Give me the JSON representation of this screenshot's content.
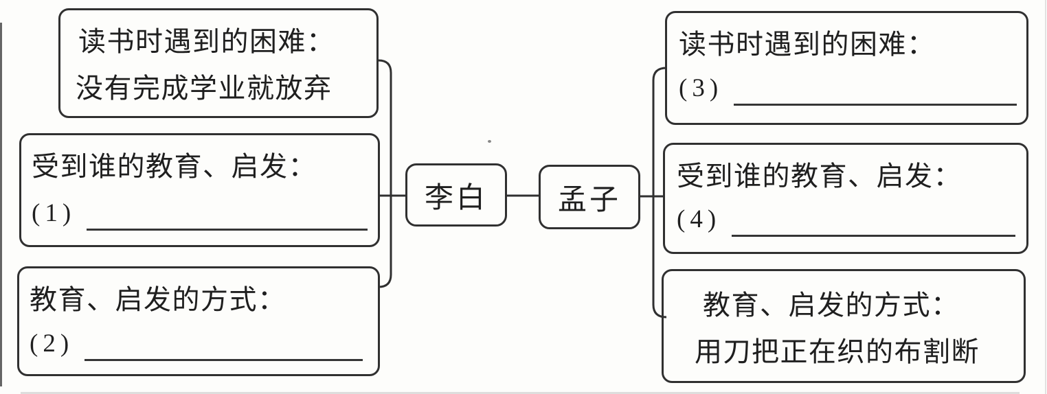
{
  "colors": {
    "ink": "#303030",
    "text": "#1f1f1f",
    "background": "#fdfdfb"
  },
  "diagram": {
    "center_nodes": [
      {
        "label": "李白"
      },
      {
        "label": "孟子"
      }
    ],
    "left_boxes": [
      {
        "line1": "读书时遇到的困难：",
        "line2": "没有完成学业就放弃"
      },
      {
        "line1": "受到谁的教育、启发：",
        "number": "(1)",
        "blank": true
      },
      {
        "line1": "教育、启发的方式：",
        "number": "(2)",
        "blank": true
      }
    ],
    "right_boxes": [
      {
        "line1": "读书时遇到的困难：",
        "number": "(3)",
        "blank": true
      },
      {
        "line1": "受到谁的教育、启发：",
        "number": "(4)",
        "blank": true
      },
      {
        "line1": "教育、启发的方式：",
        "line2": "用刀把正在织的布割断"
      }
    ]
  }
}
